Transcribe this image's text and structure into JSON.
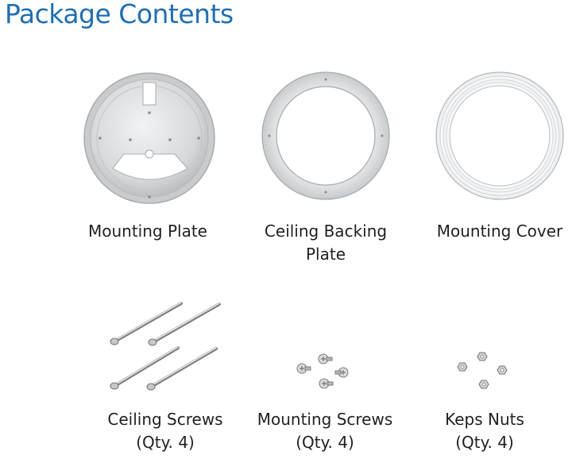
{
  "title": "Package Contents",
  "items": [
    {
      "label_lines": [
        "Mounting Plate"
      ],
      "icon": "mounting-plate-icon"
    },
    {
      "label_lines": [
        "Ceiling Backing",
        "Plate"
      ],
      "icon": "ceiling-backing-plate-icon"
    },
    {
      "label_lines": [
        "Mounting Cover"
      ],
      "icon": "mounting-cover-icon"
    },
    {
      "label_lines": [
        "Ceiling Screws",
        "(Qty. 4)"
      ],
      "icon": "ceiling-screws-icon"
    },
    {
      "label_lines": [
        "Mounting Screws",
        "(Qty. 4)"
      ],
      "icon": "mounting-screws-icon"
    },
    {
      "label_lines": [
        "Keps Nuts",
        "(Qty. 4)"
      ],
      "icon": "keps-nuts-icon"
    }
  ]
}
